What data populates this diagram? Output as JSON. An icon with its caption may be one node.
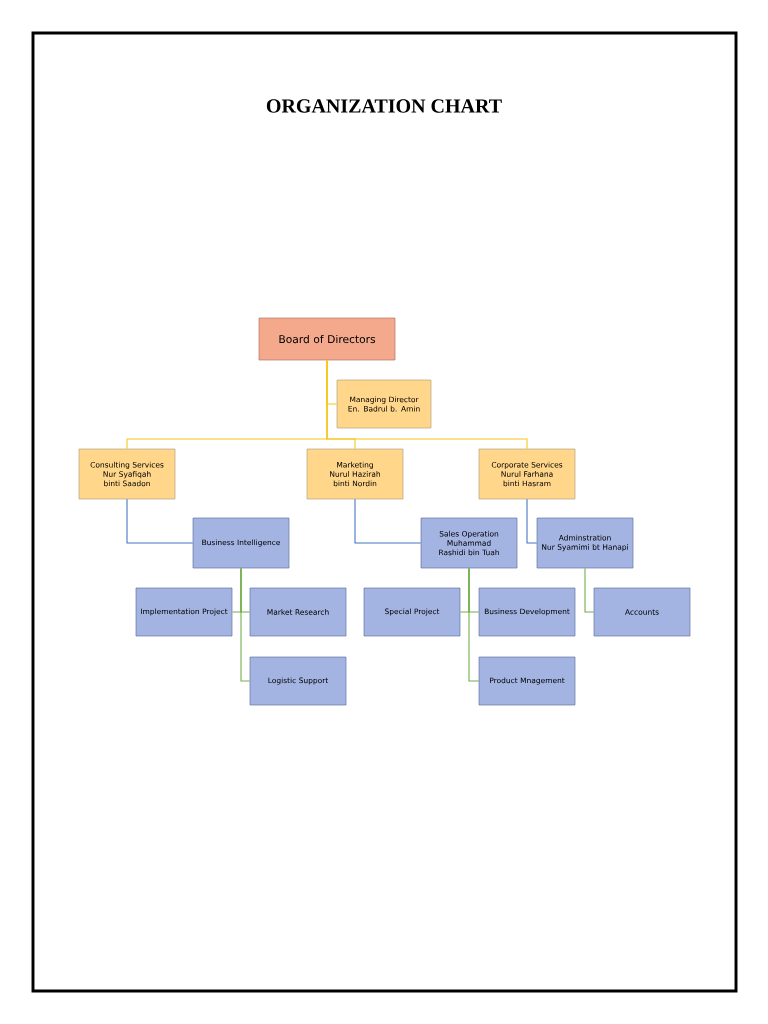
{
  "diagram": {
    "title": "ORGANIZATION CHART",
    "nodes": [
      {
        "text": [
          "Board of Directors"
        ]
      },
      {
        "text": [
          "Managing Director",
          "En. Badrul b. Amin"
        ]
      },
      {
        "text": [
          "Consulting Services",
          "Nur Syafiqah binti Saadon"
        ]
      },
      {
        "text": [
          "Marketing",
          "Nurul Hazirah binti Nordin"
        ]
      },
      {
        "text": [
          "Corporate Services",
          "Nurul Farhana binti Hasram"
        ]
      },
      {
        "text": [
          "Business Intelligence"
        ]
      },
      {
        "text": [
          "Sales Operation",
          "Muhammad Rashidi bin Tuah"
        ]
      },
      {
        "text": [
          "Adminstration",
          "Nur Syamimi bt Hanapi"
        ]
      },
      {
        "text": [
          "Implementation Project"
        ]
      },
      {
        "text": [
          "Market Research"
        ]
      },
      {
        "text": [
          "Logistic Support"
        ]
      },
      {
        "text": [
          "Special Project"
        ]
      },
      {
        "text": [
          "Business Development"
        ]
      },
      {
        "text": [
          "Product Mnagement"
        ]
      },
      {
        "text": [
          "Accounts"
        ]
      }
    ],
    "edges": [
      {
        "from": 0,
        "to": 1,
        "arrow": "none",
        "color": "#f5c518"
      },
      {
        "from": 0,
        "to": 2,
        "arrow": "none",
        "color": "#f5c518"
      },
      {
        "from": 0,
        "to": 3,
        "arrow": "none",
        "color": "#f5c518"
      },
      {
        "from": 0,
        "to": 4,
        "arrow": "none",
        "color": "#f5c518"
      },
      {
        "from": 2,
        "to": 5,
        "arrow": "none",
        "color": "#4472c4"
      },
      {
        "from": 3,
        "to": 6,
        "arrow": "none",
        "color": "#4472c4"
      },
      {
        "from": 4,
        "to": 7,
        "arrow": "none",
        "color": "#4472c4"
      },
      {
        "from": 5,
        "to": 8,
        "arrow": "none"
      },
      {
        "from": 5,
        "to": 9,
        "arrow": "none"
      },
      {
        "from": 5,
        "to": 10,
        "arrow": "none"
      },
      {
        "from": 6,
        "to": 11,
        "arrow": "none"
      },
      {
        "from": 6,
        "to": 12,
        "arrow": "none"
      },
      {
        "from": 6,
        "to": 13,
        "arrow": "none"
      },
      {
        "from": 7,
        "to": 14,
        "arrow": "none"
      }
    ]
  }
}
